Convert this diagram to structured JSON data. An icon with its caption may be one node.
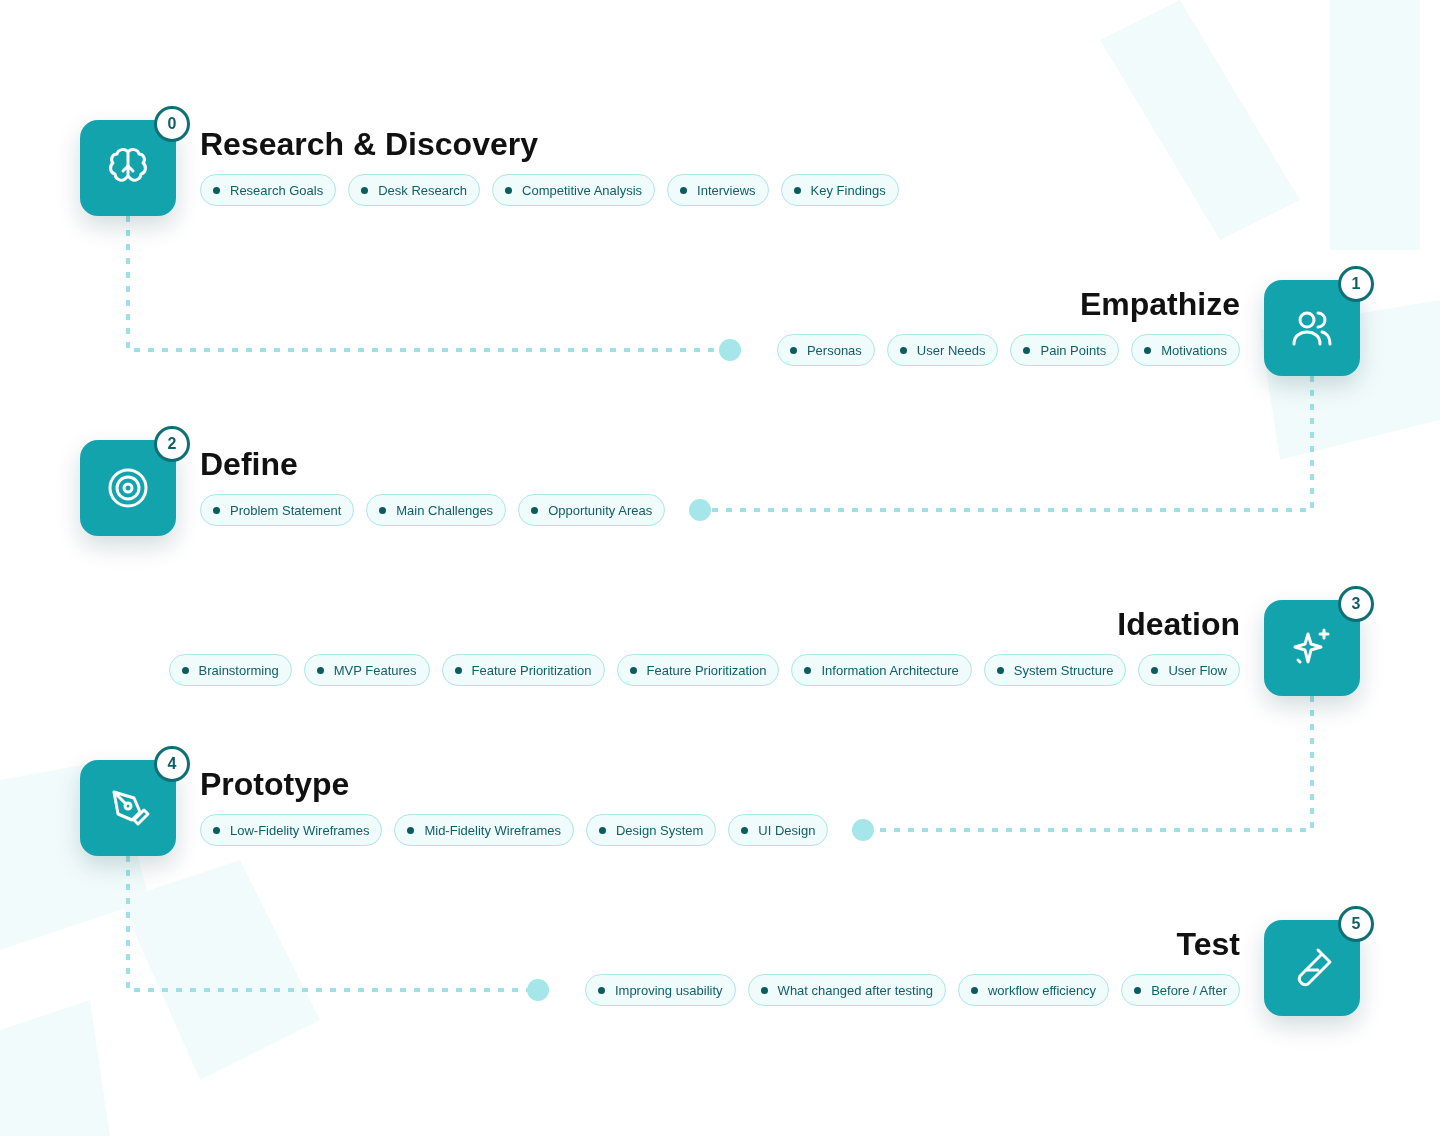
{
  "diagram": {
    "nodes": [
      {
        "text": [
          "0"
        ],
        "beside": [
          "Research & Discovery"
        ]
      },
      {
        "text": [
          "Research Goals"
        ]
      },
      {
        "text": [
          "Desk Research"
        ]
      },
      {
        "text": [
          "Competitive Analysis"
        ]
      },
      {
        "text": [
          "Interviews"
        ]
      },
      {
        "text": [
          "Key Findings"
        ]
      },
      {
        "text": [
          "1"
        ],
        "beside": [
          "Empathize"
        ]
      },
      {
        "text": [
          "Personas"
        ]
      },
      {
        "text": [
          "User Needs"
        ]
      },
      {
        "text": [
          "Pain Points"
        ]
      },
      {
        "text": [
          "Motivations"
        ]
      },
      {
        "text": [],
        "shape": "circle"
      },
      {
        "text": [
          "2"
        ],
        "beside": [
          "Define"
        ]
      },
      {
        "text": [
          "Problem Statement"
        ]
      },
      {
        "text": [
          "Main Challenges"
        ]
      },
      {
        "text": [
          "Opportunity Areas"
        ]
      },
      {
        "text": [],
        "shape": "circle"
      },
      {
        "text": [
          "3"
        ],
        "beside": [
          "Ideation"
        ]
      },
      {
        "text": [
          "Brainstorming"
        ]
      },
      {
        "text": [
          "MVP Features"
        ]
      },
      {
        "text": [
          "Feature Prioritization"
        ]
      },
      {
        "text": [
          "Feature Prioritization"
        ]
      },
      {
        "text": [
          "Information Architecture"
        ]
      },
      {
        "text": [
          "System Structure"
        ]
      },
      {
        "text": [
          "User Flow"
        ]
      },
      {
        "text": [
          "4"
        ],
        "beside": [
          "Prototype"
        ]
      },
      {
        "text": [
          "Low-Fidelity Wireframes"
        ]
      },
      {
        "text": [
          "Mid-Fidelity Wireframes"
        ]
      },
      {
        "text": [
          "Design System"
        ]
      },
      {
        "text": [
          "UI Design"
        ]
      },
      {
        "text": [],
        "shape": "circle"
      },
      {
        "text": [
          "5"
        ],
        "beside": [
          "Test"
        ]
      },
      {
        "text": [
          "Improving usability"
        ]
      },
      {
        "text": [
          "What changed after testing"
        ]
      },
      {
        "text": [
          "workflow efficiency"
        ]
      },
      {
        "text": [
          "Before / After"
        ]
      },
      {
        "text": [],
        "shape": "circle"
      }
    ],
    "edges": [
      {
        "from": 0,
        "to": 11,
        "arrow": "none",
        "style": "dashed"
      },
      {
        "from": 6,
        "to": 16,
        "arrow": "none",
        "style": "dashed"
      },
      {
        "from": 17,
        "to": 30,
        "arrow": "none",
        "style": "dashed"
      },
      {
        "from": 25,
        "to": 36,
        "arrow": "none",
        "style": "dashed"
      }
    ]
  }
}
